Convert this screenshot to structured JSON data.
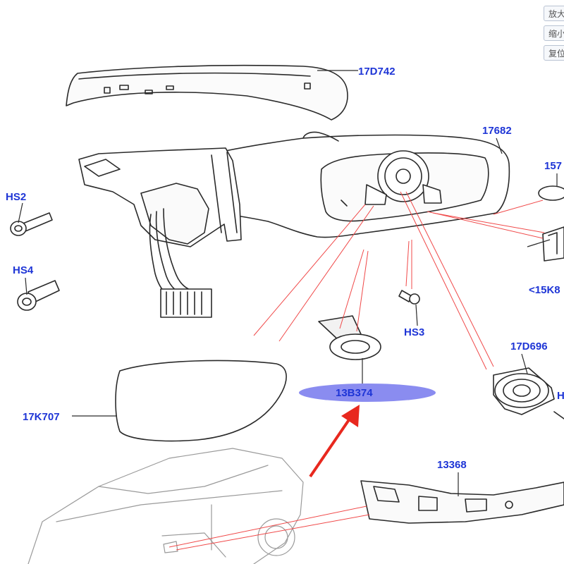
{
  "toolbar": {
    "zoom_in_label": "放大",
    "zoom_out_label": "缩小",
    "reset_label": "复位"
  },
  "callouts": {
    "mirror_cap": "17D742",
    "mirror_housing": "17682",
    "bolt_hs2": "HS2",
    "bolt_hs4": "HS4",
    "screw_hs3": "HS3",
    "glass": "17K707",
    "puddle_lamp": "13B374",
    "actuator": "17D696",
    "indicator": "13368",
    "gasket_partial": "157",
    "clip_partial": "<15K8",
    "edge_partial": "H"
  },
  "colors": {
    "callout_text": "#1e35d6",
    "leader_red": "#f04848",
    "highlight_ellipse": "#8a8cf0",
    "arrow_red": "#e8281e",
    "line_art": "#2a2a2a"
  }
}
